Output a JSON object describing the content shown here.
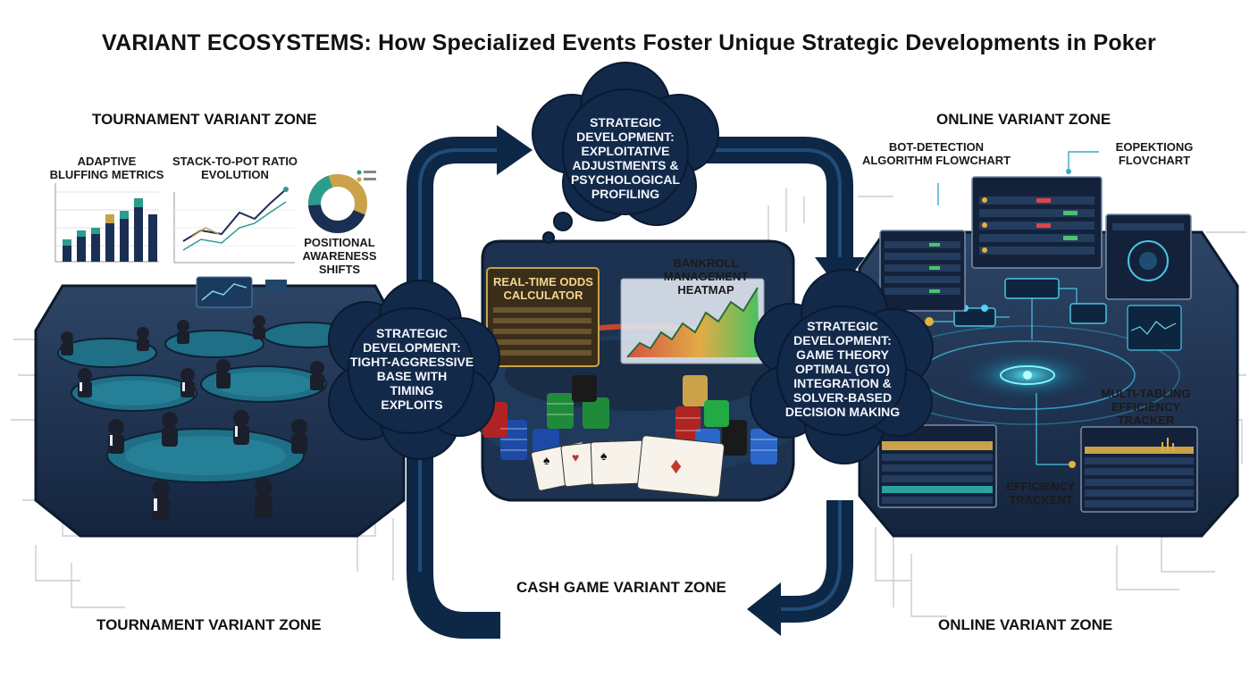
{
  "title": "VARIANT ECOSYSTEMS: How Specialized Events Foster Unique Strategic Developments in Poker",
  "zones": {
    "tournament_top": "TOURNAMENT VARIANT ZONE",
    "tournament_bottom": "TOURNAMENT VARIANT ZONE",
    "online_top": "ONLINE VARIANT ZONE",
    "online_bottom": "ONLINE VARIANT ZONE",
    "cash": "CASH GAME VARIANT ZONE"
  },
  "tournament": {
    "bluffing_metrics": "ADAPTIVE\nBLUFFING METRICS",
    "spr_evolution": "STACK-TO-POT RATIO\nEVOLUTION",
    "positional_awareness": "POSITIONAL\nAWARENESS\nSHIFTS"
  },
  "cash": {
    "odds_calculator": "REAL-TIME ODDS\nCALCULATOR",
    "bankroll_heatmap": "BANKROLL\nMANAGEMENT\nHEATMAP"
  },
  "online": {
    "bot_detection": "BOT-DETECTION\nALGORITHM FLOWCHART",
    "eopektiong": "EOPEKTIONG\nFLOVCHART",
    "multi_tabling": "MULTI-TABLING\nEFFICIENCY\nTRACKER",
    "efficiency_trackent": "EFFICIENCY\nTRACKENT"
  },
  "developments": {
    "exploitative": "STRATEGIC\nDEVELOPMENT:\nEXPLOITATIVE\nADJUSTMENTS &\nPSYCHOLOGICAL\nPROFILING",
    "tight_aggressive": "STRATEGIC\nDEVELOPMENT:\nTIGHT-AGGRESSIVE\nBASE WITH\nTIMING\nEXPLOITS",
    "gto": "STRATEGIC\nDEVELOPMENT:\nGAME THEORY\nOPTIMAL (GTO)\nINTEGRATION &\nSOLVER-BASED\nDECISION MAKING"
  },
  "colors": {
    "navy": "#102a4c",
    "teal": "#2a9d8f",
    "gold": "#c9a24a",
    "felt": "#1f6f86",
    "cloud": "#13294a"
  }
}
